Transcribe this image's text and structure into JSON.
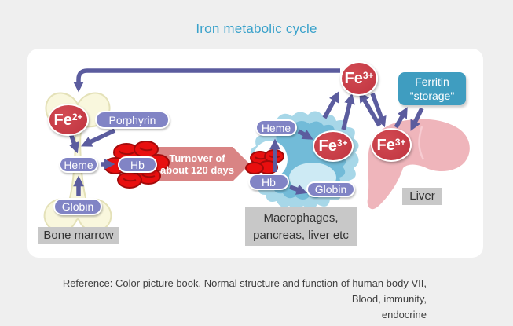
{
  "title": "Iron metabolic cycle",
  "diagram": {
    "fe3_top": {
      "symbol": "Fe",
      "charge": "3+"
    },
    "bone_marrow": {
      "fe2": {
        "symbol": "Fe",
        "charge": "2+"
      },
      "porphyrin": "Porphyrin",
      "heme": "Heme",
      "hb": "Hb",
      "globin": "Globin",
      "label": "Bone marrow"
    },
    "turnover": {
      "line1": "Turnover of",
      "line2": "about 120 days"
    },
    "macrophages": {
      "heme": "Heme",
      "fe3": {
        "symbol": "Fe",
        "charge": "3+"
      },
      "hb": "Hb",
      "globin": "Globin",
      "label_line1": "Macrophages,",
      "label_line2": "pancreas, liver etc"
    },
    "liver": {
      "fe3": {
        "symbol": "Fe",
        "charge": "3+"
      },
      "label": "Liver"
    },
    "ferritin": {
      "line1": "Ferritin",
      "line2": "\"storage\""
    }
  },
  "reference": {
    "line1": "Reference: Color picture book, Normal structure and function of human body VII, Blood, immunity,",
    "line2": "endocrine"
  },
  "colors": {
    "background": "#efefef",
    "panel": "#ffffff",
    "title_text": "#3aa2cb",
    "pill_purple": "#8184c5",
    "arrow_purple": "#5b5c9e",
    "iron_red": "#c73b47",
    "banner_rose": "#d98484",
    "ferritin_teal": "#3f9dc0",
    "liver_pink": "#efb5bb",
    "macrophage_blue": "#72bbd8",
    "macrophage_light": "#a7d7e8",
    "bone_cream": "#f9f7dd",
    "label_gray": "#c8c8c8",
    "rbc_red": "#e80f0f"
  }
}
